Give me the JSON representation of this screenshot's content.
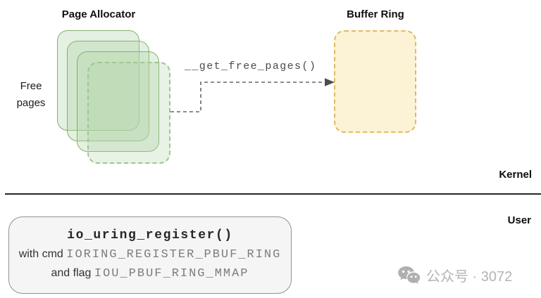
{
  "page_allocator": {
    "title": "Page Allocator",
    "free_pages_label": "Free pages",
    "page_count": 3,
    "dashed_page_count": 1
  },
  "buffer_ring": {
    "title": "Buffer Ring"
  },
  "arrow": {
    "label": "__get_free_pages()"
  },
  "boundary": {
    "kernel_label": "Kernel",
    "user_label": "User"
  },
  "syscall_box": {
    "title": "io_uring_register()",
    "cmd_prefix": "with cmd ",
    "cmd_code": "IORING_REGISTER_PBUF_RING",
    "flag_prefix": "and flag ",
    "flag_code": "IOU_PBUF_RING_MMAP"
  },
  "watermark": {
    "icon": "wechat-icon",
    "text": "公众号 · 3072"
  },
  "colors": {
    "page_fill": "#d5e8d4",
    "page_border": "#82b366",
    "page_dashed_border": "#9dc791",
    "buffer_fill": "#fcf3d6",
    "buffer_border": "#ddba67",
    "connector": "#666666",
    "arrowhead": "#4d4d4d",
    "divider": "#262626",
    "syscall_fill": "#f5f5f5",
    "syscall_border": "#919191",
    "code_gray": "#7d7d7d",
    "watermark_gray": "#b4b4b4"
  }
}
